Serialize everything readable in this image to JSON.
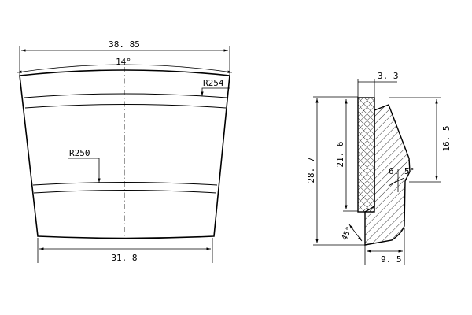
{
  "front_view": {
    "top_width": "38. 85",
    "angle": "14°",
    "radius_upper": "R254",
    "radius_lower": "R250",
    "bottom_width": "31. 8"
  },
  "section_view": {
    "top_thickness": "3. 3",
    "total_height": "28. 7",
    "inner_height": "21. 6",
    "right_height": "16. 5",
    "draft_angle": "6. 5°",
    "chamfer_angle": "45°",
    "bottom_width": "9. 5"
  }
}
